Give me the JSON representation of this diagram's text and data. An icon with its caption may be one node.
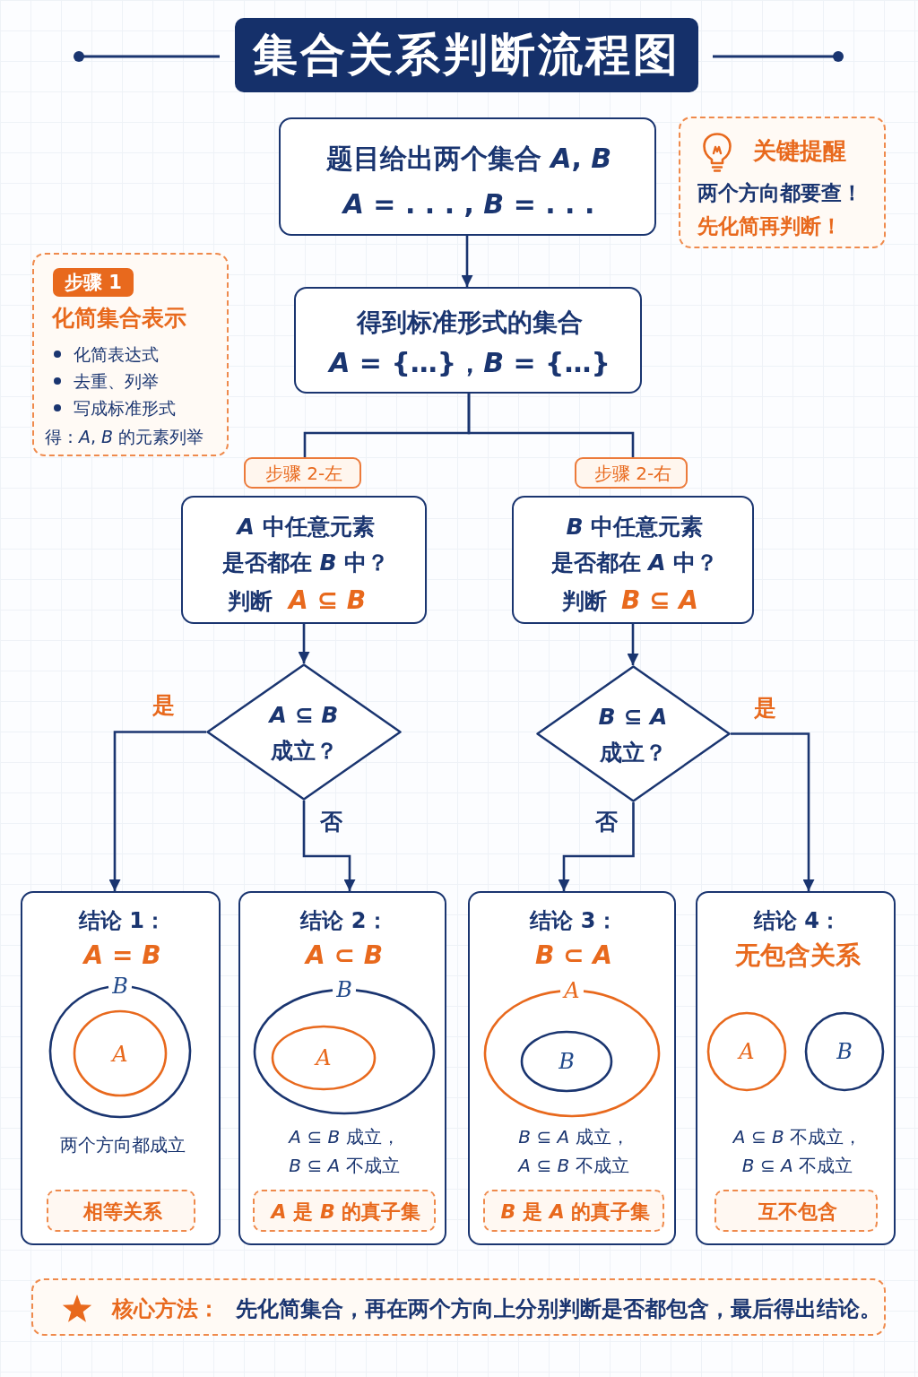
{
  "diagram": {
    "title": "集合关系判断流程图",
    "nodes": [
      {
        "text": [
          "题目给出两个集合 *A*, *B*",
          "*A* = . . . , *B* = . . ."
        ]
      },
      {
        "text": [
          "关键提醒",
          "两个方向都要查！",
          "先化简再判断！"
        ]
      },
      {
        "text": [
          "化简集合表示",
          "化简表达式",
          "去重、列举",
          "写成标准形式",
          "得：*A*, *B* 的元素列举"
        ]
      },
      {
        "text": [
          "步骤 1"
        ],
        "in": 2
      },
      {
        "text": [
          "得到标准形式的集合",
          "*A* = {…}，*B* = {…}"
        ]
      },
      {
        "text": [
          "步骤 2-左"
        ]
      },
      {
        "text": [
          "步骤 2-右"
        ]
      },
      {
        "text": [
          "*A* 中任意元素是否都在 *B* 中？",
          "判断",
          "*A* ⊆ *B*"
        ]
      },
      {
        "text": [
          "*B* 中任意元素是否都在 *A* 中？",
          "判断",
          "*B* ⊆ *A*"
        ]
      },
      {
        "text": [
          "*A* ⊆ *B* 成立？"
        ]
      },
      {
        "text": [
          "*B* ⊆ *A* 成立？"
        ]
      },
      {
        "text": [
          "结论 1：",
          "*A* = *B*",
          "两个方向都成立"
        ]
      },
      {
        "text": [
          "相等关系"
        ],
        "in": 11
      },
      {
        "text": [
          "结论 2：",
          "*A* ⊂ *B*",
          "*A* ⊆ *B* 成立，*B* ⊆ *A* 不成立"
        ]
      },
      {
        "text": [
          "*A* 是 *B* 的真子集"
        ],
        "in": 13
      },
      {
        "text": [
          "结论 3：",
          "*B* ⊂ *A*",
          "*B* ⊆ *A* 成立，*A* ⊆ *B* 不成立"
        ]
      },
      {
        "text": [
          "*B* 是 *A* 的真子集"
        ],
        "in": 15
      },
      {
        "text": [
          "结论 4：",
          "无包含关系",
          "*A* ⊆ *B* 不成立，*B* ⊆ *A* 不成立"
        ]
      },
      {
        "text": [
          "互不包含"
        ],
        "in": 17
      },
      {
        "text": [
          "核心方法：",
          "先化简集合，再在两个方向上分别判断是否都包含，最后得出结论。"
        ]
      }
    ],
    "edges": [
      {
        "from": 0,
        "to": 4,
        "arrow": "to"
      },
      {
        "from": 4,
        "to": 5,
        "arrow": "none"
      },
      {
        "from": 4,
        "to": 6,
        "arrow": "none"
      },
      {
        "from": 7,
        "to": 9,
        "arrow": "to"
      },
      {
        "from": 8,
        "to": 10,
        "arrow": "to"
      },
      {
        "from": 9,
        "to": 11,
        "arrow": "to",
        "label": "是"
      },
      {
        "from": 9,
        "to": 13,
        "arrow": "to",
        "label": "否"
      },
      {
        "from": 10,
        "to": 15,
        "arrow": "to",
        "label": "否"
      },
      {
        "from": 10,
        "to": 17,
        "arrow": "to",
        "label": "是"
      }
    ],
    "labels": [
      "B",
      "A",
      "B",
      "A",
      "A",
      "B",
      "A",
      "B"
    ]
  }
}
